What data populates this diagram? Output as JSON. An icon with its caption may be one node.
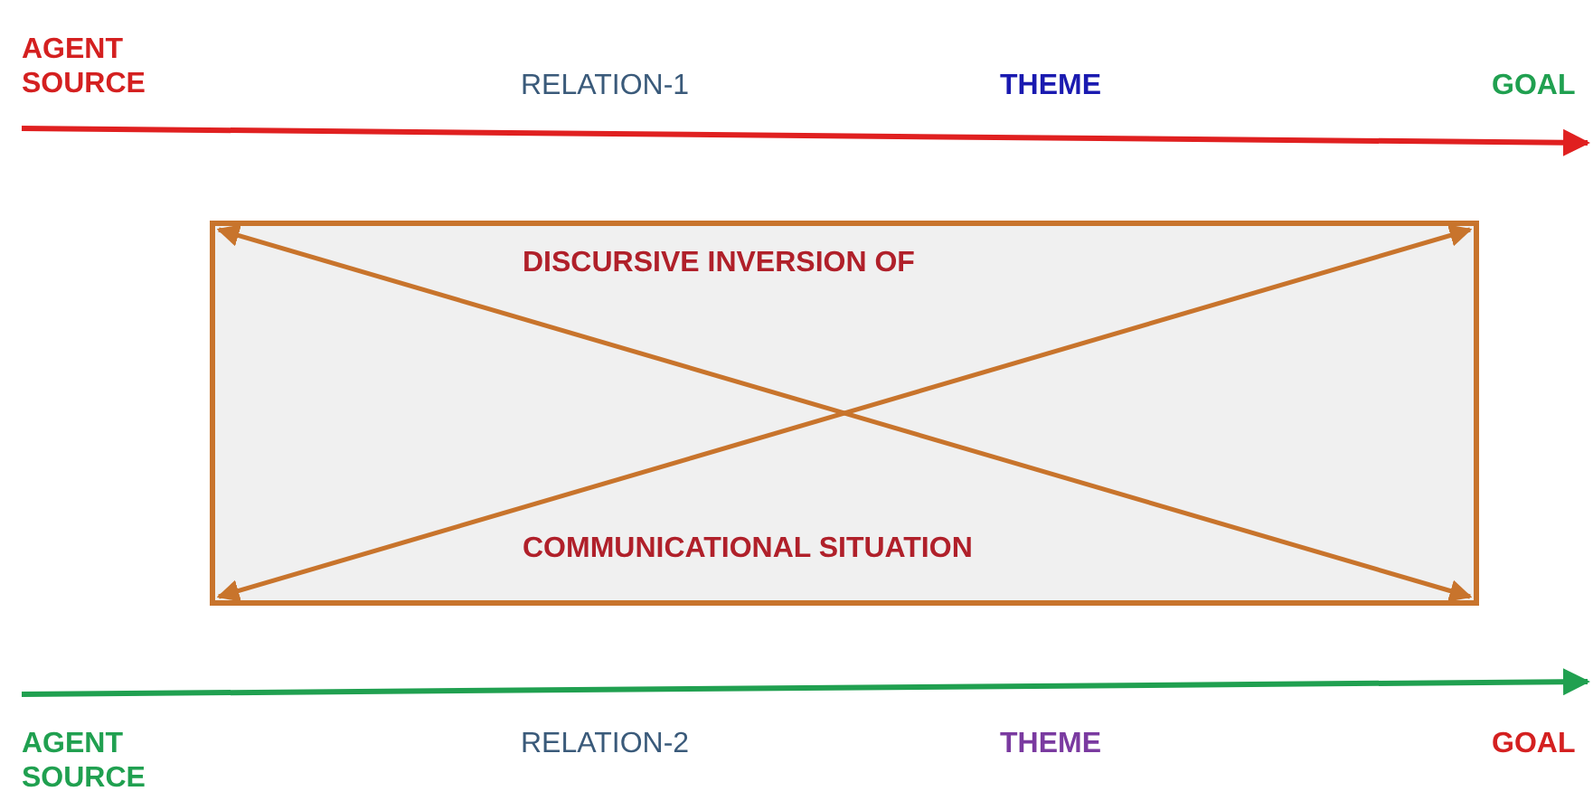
{
  "diagram": {
    "nodes": [
      {
        "text": [
          "DISCURSIVE INVERSION OF",
          "COMMUNICATIONAL SITUATION"
        ]
      }
    ],
    "labels": [
      "AGENT SOURCE",
      "RELATION-1",
      "THEME",
      "GOAL",
      "AGENT SOURCE",
      "RELATION-2",
      "THEME",
      "GOAL"
    ]
  }
}
